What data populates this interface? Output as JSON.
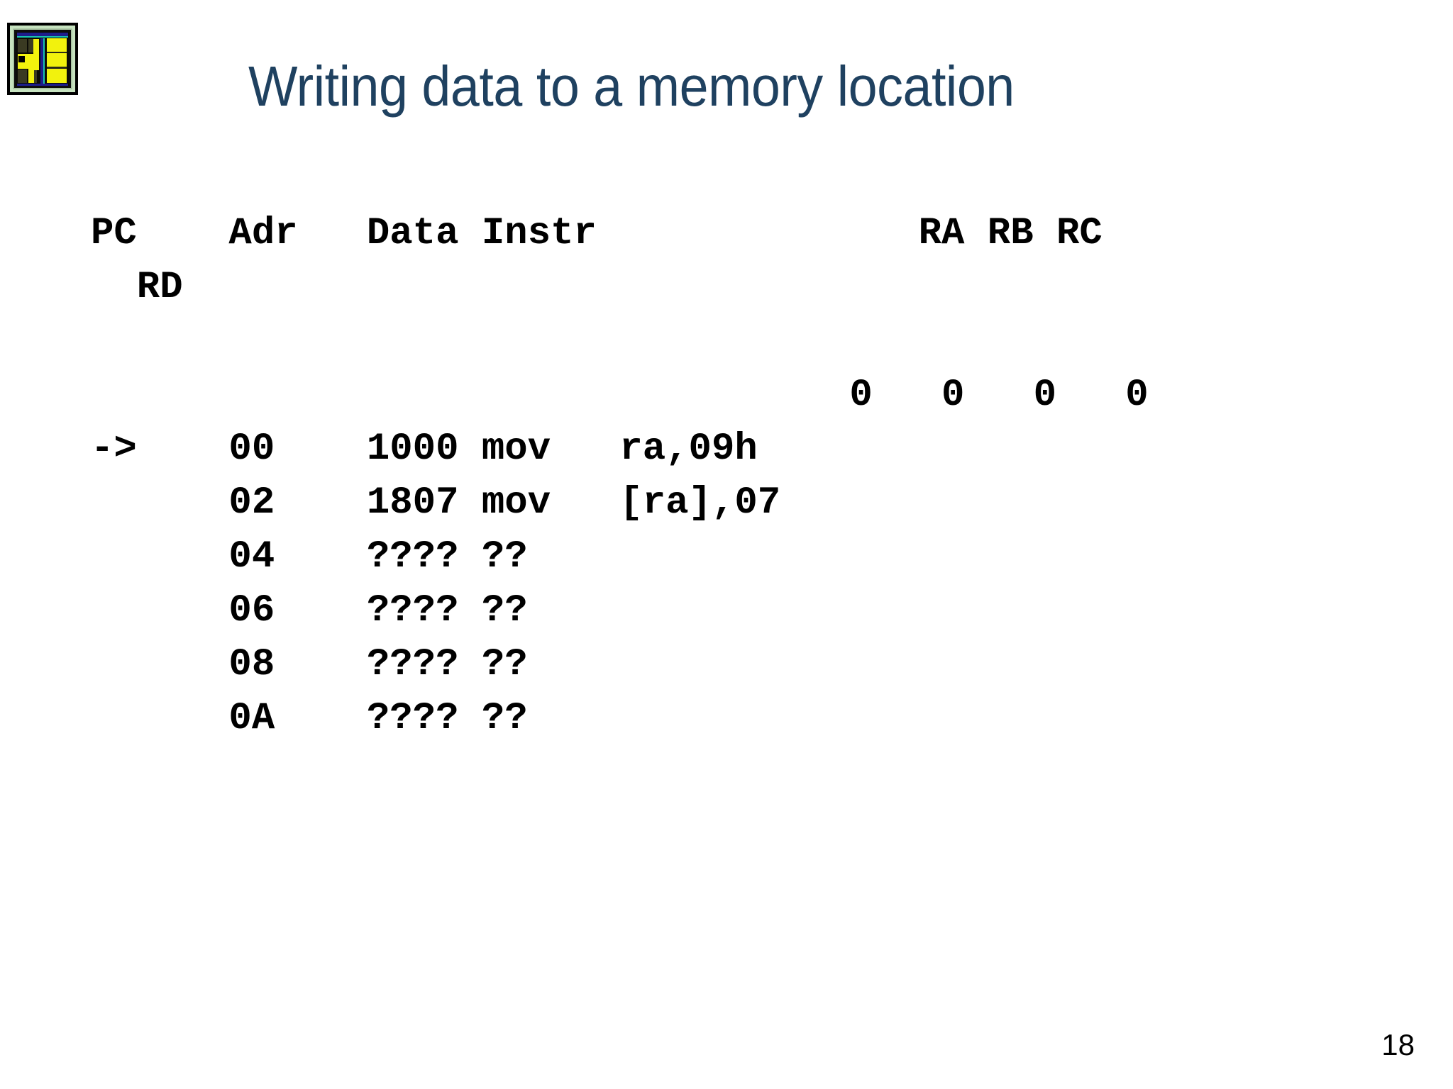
{
  "slide": {
    "title": "Writing data to a memory location",
    "page_number": "18",
    "background_color": "#ffffff",
    "title_color": "#1f4160",
    "body_color": "#000000"
  },
  "logo": {
    "name": "chip-die-photo-icon",
    "colors": {
      "border": "#000000",
      "pad_ring": "#c7e3c0",
      "blocks": "#f2f20d",
      "dark_blocks": "#3a3a22",
      "bus": "#1d1d8c",
      "teal": "#18c4b0"
    }
  },
  "code": {
    "header_line_1": "PC    Adr   Data Instr              RA RB RC",
    "header_line_2": "  RD",
    "lines": [
      {
        "id": "header-row-1",
        "text": "PC    Adr   Data Instr              RA RB RC"
      },
      {
        "id": "header-row-2",
        "text": "  RD"
      },
      {
        "id": "blank-row-1",
        "text": " "
      },
      {
        "id": "register-values-row",
        "text": "                                 0   0   0   0"
      },
      {
        "id": "instruction-row-00",
        "text": "->    00    1000 mov   ra,09h"
      },
      {
        "id": "instruction-row-02",
        "text": "      02    1807 mov   [ra],07"
      },
      {
        "id": "instruction-row-04",
        "text": "      04    ???? ??"
      },
      {
        "id": "instruction-row-06",
        "text": "      06    ???? ??"
      },
      {
        "id": "instruction-row-08",
        "text": "      08    ???? ??"
      },
      {
        "id": "instruction-row-0A",
        "text": "      0A    ???? ??"
      }
    ],
    "columns": [
      "PC",
      "Adr",
      "Data",
      "Instr",
      "RA",
      "RB",
      "RC",
      "RD"
    ],
    "registers": {
      "labels": [
        "RA",
        "RB",
        "RC",
        "RD"
      ],
      "values": [
        "0",
        "0",
        "0",
        "0"
      ]
    },
    "memory": [
      {
        "pc_marker": "->",
        "adr": "00",
        "data": "1000",
        "instr": "mov",
        "operands": "ra,09h"
      },
      {
        "pc_marker": "",
        "adr": "02",
        "data": "1807",
        "instr": "mov",
        "operands": "[ra],07"
      },
      {
        "pc_marker": "",
        "adr": "04",
        "data": "????",
        "instr": "??",
        "operands": ""
      },
      {
        "pc_marker": "",
        "adr": "06",
        "data": "????",
        "instr": "??",
        "operands": ""
      },
      {
        "pc_marker": "",
        "adr": "08",
        "data": "????",
        "instr": "??",
        "operands": ""
      },
      {
        "pc_marker": "",
        "adr": "0A",
        "data": "????",
        "instr": "??",
        "operands": ""
      }
    ]
  }
}
